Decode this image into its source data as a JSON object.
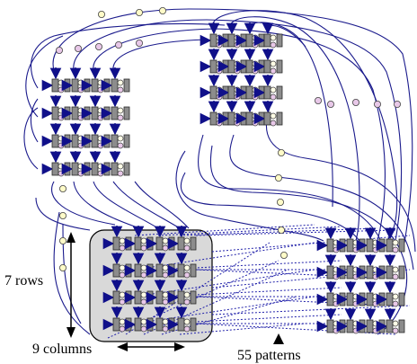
{
  "diagram": {
    "labels": {
      "rows": "7 rows",
      "columns": "9 columns",
      "patterns": "55 patterns"
    },
    "colors": {
      "wire": "#1a1a8c",
      "arrow": "#10108a",
      "cell": "#8c8c8c",
      "cell_stroke": "#2a2a2a",
      "node_white": "#fffde6",
      "node_yellow": "#fffbc8",
      "node_pink": "#e8c8e8",
      "highlight_box": "#d9d9d9",
      "dotted": "#2222aa",
      "text": "#000000"
    }
  }
}
